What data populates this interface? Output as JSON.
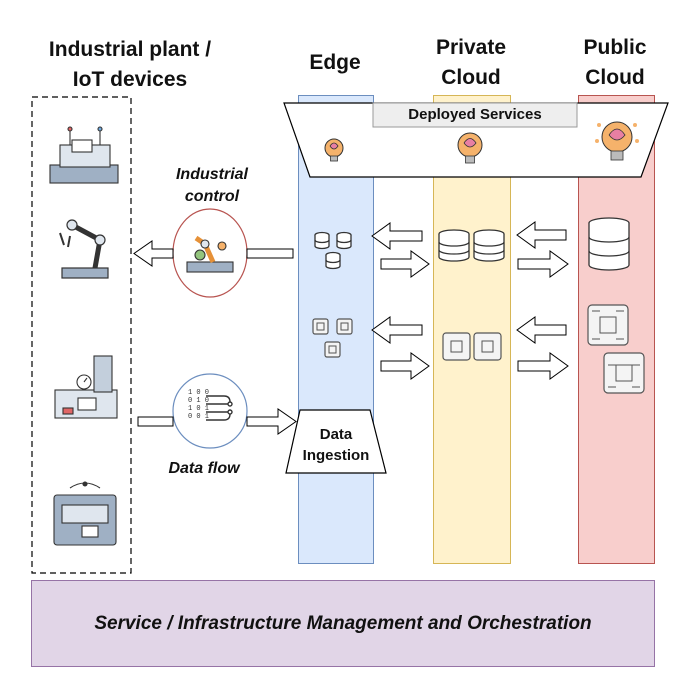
{
  "titles": {
    "plant_line1": "Industrial plant /",
    "plant_line2": "IoT devices",
    "edge": "Edge",
    "private_line1": "Private",
    "private_line2": "Cloud",
    "public_line1": "Public",
    "public_line2": "Cloud"
  },
  "labels": {
    "deployed_services": "Deployed Services",
    "industrial_control_line1": "Industrial",
    "industrial_control_line2": "control",
    "data_flow": "Data flow",
    "data_ingestion_line1": "Data",
    "data_ingestion_line2": "Ingestion",
    "orchestration": "Service / Infrastructure Management and Orchestration"
  },
  "colors": {
    "edge_fill": "#dae8fc",
    "edge_border": "#6c8ebf",
    "private_fill": "#fff2cc",
    "private_border": "#d6b656",
    "public_fill": "#f8cecc",
    "public_border": "#b85450",
    "orchestration_fill": "#e1d5e7",
    "orchestration_border": "#9673a6"
  },
  "icons": {
    "plant": [
      "factory-machine-icon",
      "robot-arm-icon",
      "pressure-gauge-machine-icon",
      "coffee-machine-icon"
    ],
    "edge_resources": [
      "database-icon",
      "chip-icon"
    ],
    "private_resources": [
      "database-icon",
      "chip-icon"
    ],
    "public_resources": [
      "database-icon",
      "chip-icon"
    ],
    "services": [
      "brain-bulb-icon"
    ]
  }
}
